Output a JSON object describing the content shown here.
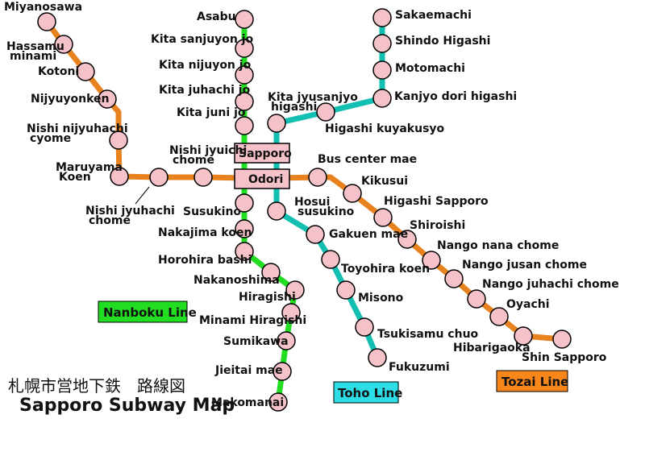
{
  "title": {
    "japanese": "札幌市営地下鉄　路線図",
    "english": "Sapporo Subway Map"
  },
  "colors": {
    "station_fill": "#f4c2c8",
    "nanboku": "#22dd22",
    "toho": "#13bfb1",
    "tozai": "#e8821e"
  },
  "legend": {
    "nanboku": "Nanboku Line",
    "toho": "Toho Line",
    "tozai": "Tozai Line"
  },
  "hubs": {
    "sapporo": "Sapporo",
    "odori": "Odori"
  },
  "stations": {
    "nanboku": [
      {
        "name": "Asabu"
      },
      {
        "name": "Kita sanjuyon jo"
      },
      {
        "name": "Kita nijuyon jo"
      },
      {
        "name": "Kita juhachi jo"
      },
      {
        "name": "Kita juni jo"
      },
      {
        "name": "Susukino"
      },
      {
        "name": "Nakajima koen"
      },
      {
        "name": "Horohira bashi"
      },
      {
        "name": "Nakanoshima"
      },
      {
        "name": "Hiragishi"
      },
      {
        "name": "Minami Hiragishi"
      },
      {
        "name": "Sumikawa"
      },
      {
        "name": "Jieitai mae"
      },
      {
        "name": "Makomanai"
      }
    ],
    "toho": [
      {
        "name": "Sakaemachi"
      },
      {
        "name": "Shindo Higashi"
      },
      {
        "name": "Motomachi"
      },
      {
        "name": "Kanjyo dori higashi"
      },
      {
        "name": "Higashi kuyakusyo"
      },
      {
        "name": "Kita jyusanjyo",
        "line2": "higashi"
      },
      {
        "name": "Hosui",
        "line2": "susukino"
      },
      {
        "name": "Gakuen mae"
      },
      {
        "name": "Toyohira koen"
      },
      {
        "name": "Misono"
      },
      {
        "name": "Tsukisamu chuo"
      },
      {
        "name": "Fukuzumi"
      }
    ],
    "tozai": [
      {
        "name": "Miyanosawa"
      },
      {
        "name": "Hassamu",
        "line2": "minami"
      },
      {
        "name": "Kotoni"
      },
      {
        "name": "Nijyuyonken"
      },
      {
        "name": "Nishi nijyuhachi",
        "line2": "cyome"
      },
      {
        "name": "Maruyama",
        "line2": "Koen"
      },
      {
        "name": "Nishi jyuhachi",
        "line2": "chome"
      },
      {
        "name": "Nishi jyuichi",
        "line2": "chome"
      },
      {
        "name": "Bus center mae"
      },
      {
        "name": "Kikusui"
      },
      {
        "name": "Higashi Sapporo"
      },
      {
        "name": "Shiroishi"
      },
      {
        "name": "Nango nana chome"
      },
      {
        "name": "Nango jusan chome"
      },
      {
        "name": "Nango juhachi chome"
      },
      {
        "name": "Oyachi"
      },
      {
        "name": "Hibarigaoka"
      },
      {
        "name": "Shin Sapporo"
      }
    ]
  }
}
